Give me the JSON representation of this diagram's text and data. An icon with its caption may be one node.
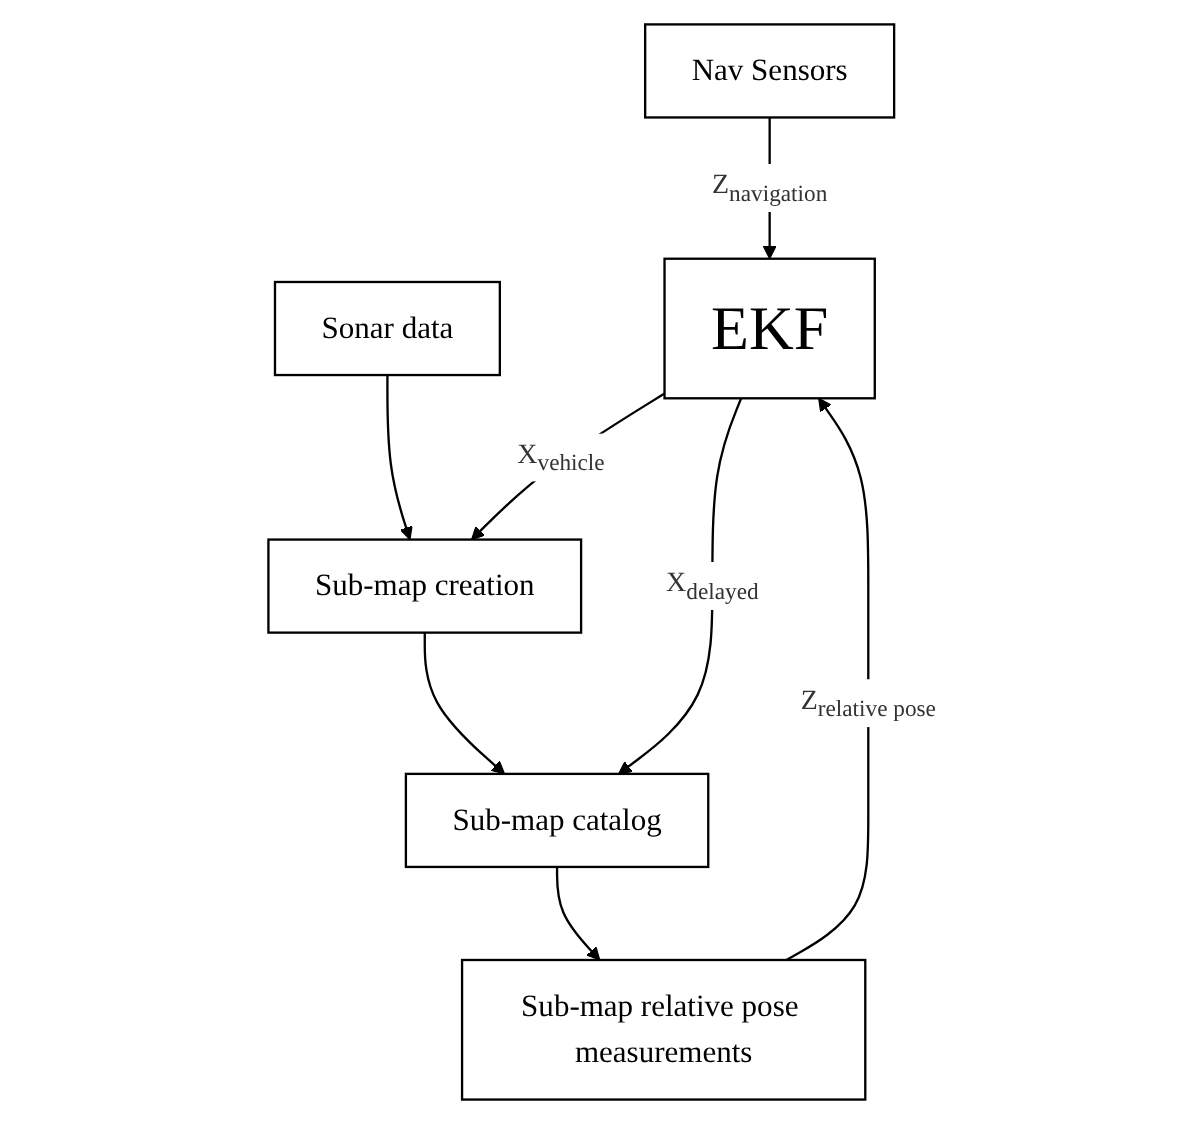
{
  "diagram": {
    "nodes": [
      {
        "text": [
          "Nav Sensors"
        ]
      },
      {
        "text": [
          "Sonar data"
        ]
      },
      {
        "text": [
          "EKF"
        ]
      },
      {
        "text": [
          "Sub-map creation"
        ]
      },
      {
        "text": [
          "Sub-map catalog"
        ]
      },
      {
        "text": [
          "Sub-map relative pose measurements"
        ]
      }
    ],
    "edges": [
      {
        "from": 0,
        "to": 2,
        "arrow": "to",
        "label": "Z$_{navigation}$"
      },
      {
        "from": 1,
        "to": 3,
        "arrow": "to"
      },
      {
        "from": 2,
        "to": 3,
        "arrow": "to",
        "label": "X$_{vehicle}$"
      },
      {
        "from": 2,
        "to": 4,
        "arrow": "to",
        "label": "X$_{delayed}$"
      },
      {
        "from": 3,
        "to": 4,
        "arrow": "to"
      },
      {
        "from": 4,
        "to": 5,
        "arrow": "to"
      },
      {
        "from": 5,
        "to": 2,
        "arrow": "to",
        "label": "Z$_{relative pose}$"
      }
    ]
  }
}
